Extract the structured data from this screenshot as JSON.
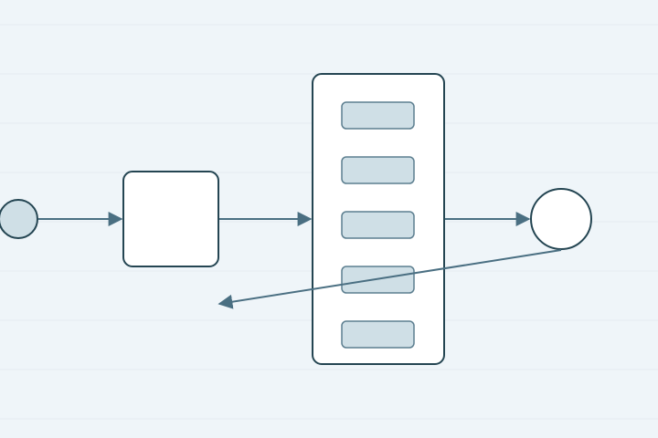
{
  "colors": {
    "background": "#eff5f9",
    "grid_line": "#e4ecf1",
    "stroke": "#244552",
    "connector": "#4a6f82",
    "node_fill": "#ffffff",
    "accent_fill": "#cfdfe6",
    "slot_stroke": "#5c7e8f"
  },
  "diagram": {
    "type": "flow",
    "nodes": [
      {
        "id": "start",
        "shape": "circle",
        "fill": "accent_fill",
        "label": ""
      },
      {
        "id": "process",
        "shape": "rounded-rect",
        "fill": "node_fill",
        "label": ""
      },
      {
        "id": "queue",
        "shape": "tall-rounded-rect",
        "fill": "node_fill",
        "label": "",
        "slot_count": 5
      },
      {
        "id": "end",
        "shape": "circle",
        "fill": "node_fill",
        "label": ""
      }
    ],
    "edges": [
      {
        "from": "start",
        "to": "process",
        "arrow": true
      },
      {
        "from": "process",
        "to": "queue",
        "arrow": true
      },
      {
        "from": "queue",
        "to": "end",
        "arrow": true
      },
      {
        "from": "end",
        "to": "open-point",
        "arrow": true
      }
    ]
  }
}
